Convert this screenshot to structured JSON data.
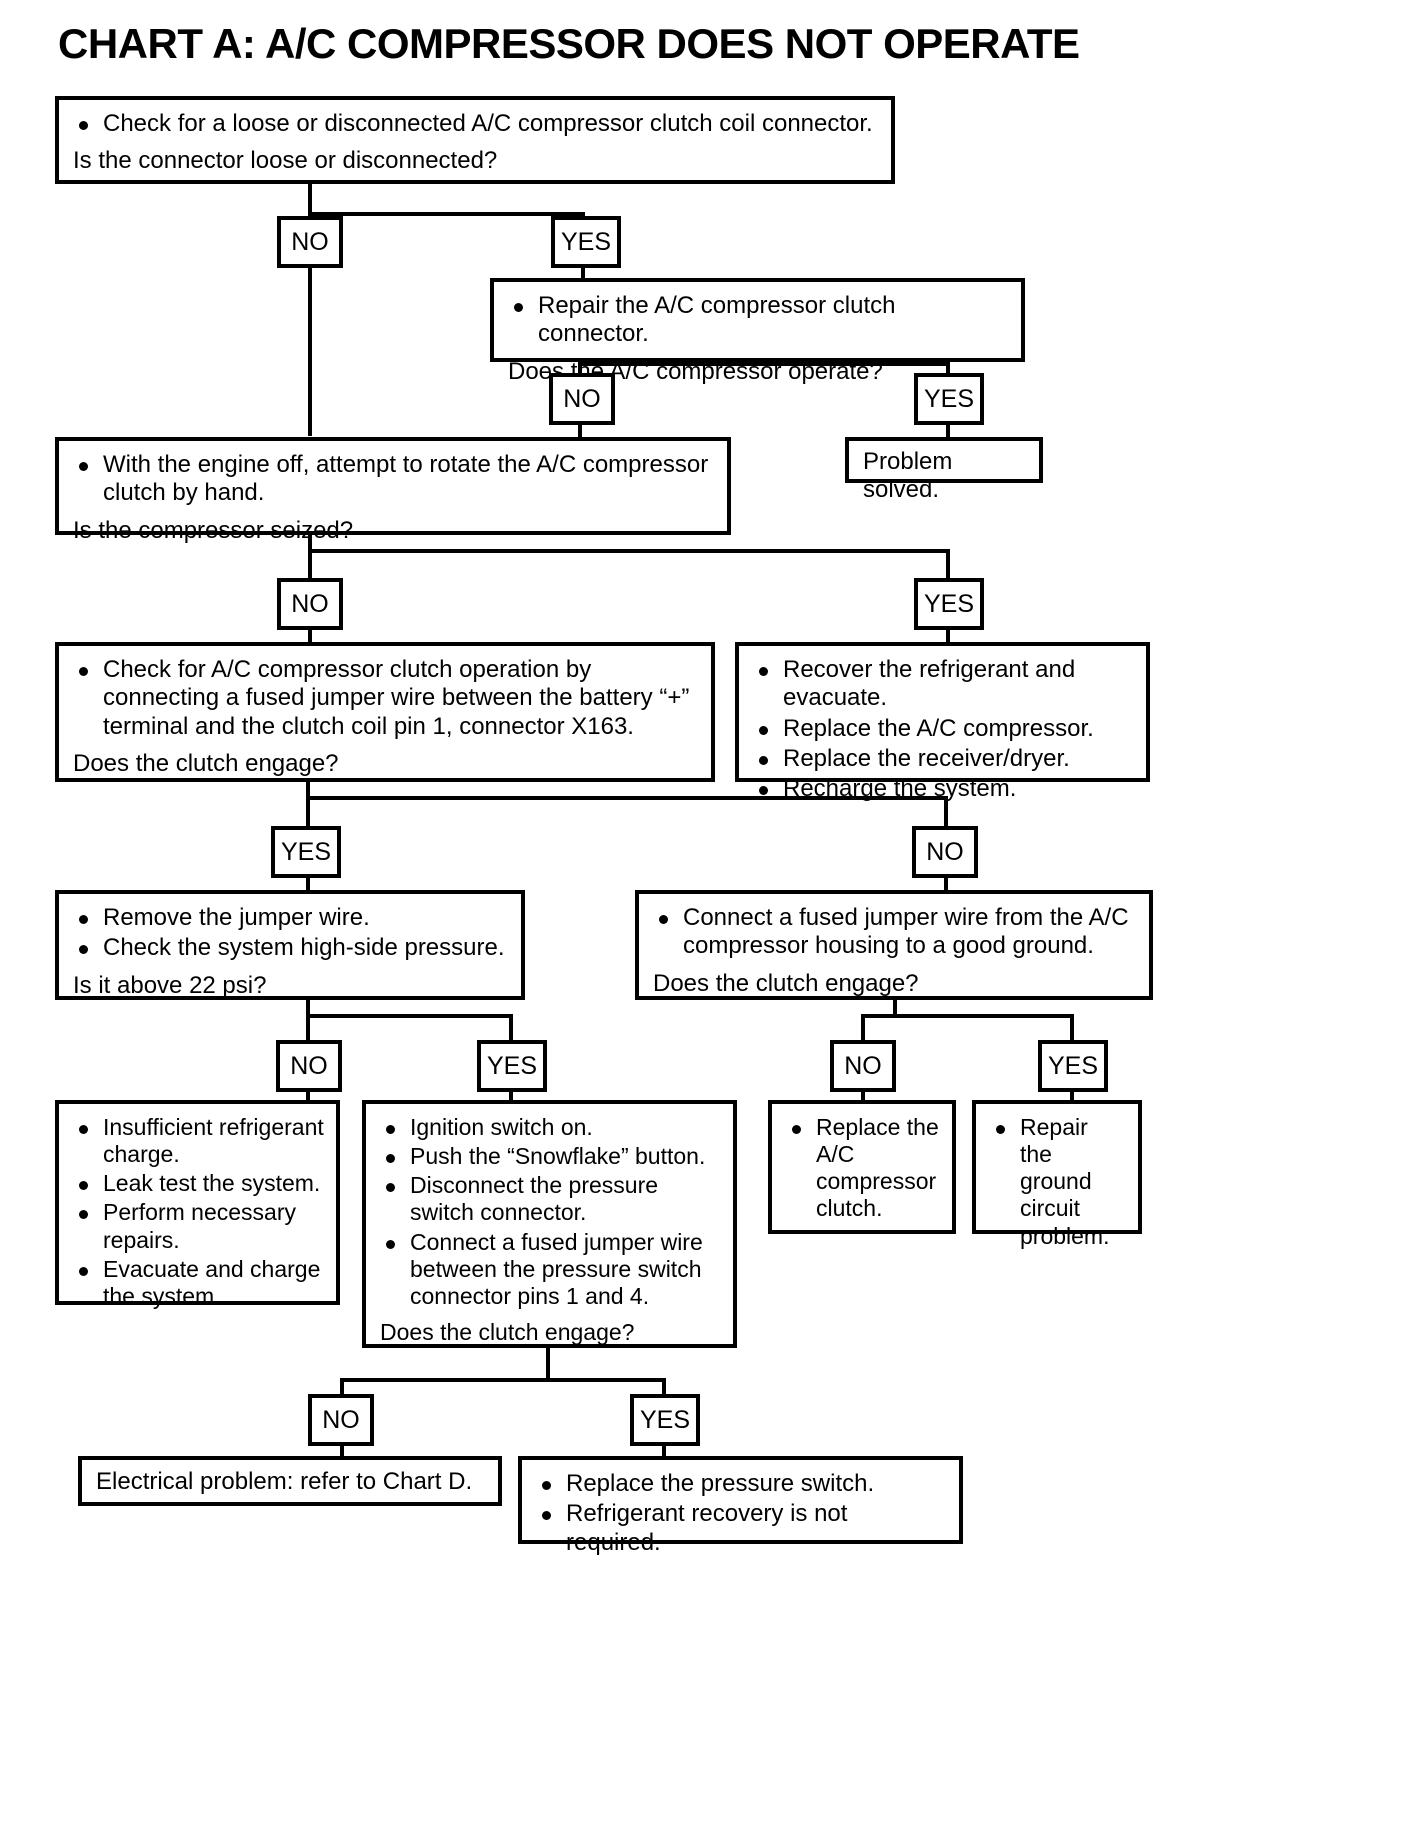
{
  "title": "CHART A: A/C COMPRESSOR DOES NOT OPERATE",
  "labels": {
    "yes": "YES",
    "no": "NO"
  },
  "nodes": {
    "n1": {
      "bullets": [
        "Check for a loose or disconnected A/C compressor clutch coil connector."
      ],
      "question": "Is the connector loose or disconnected?"
    },
    "n2": {
      "bullets": [
        "Repair the A/C compressor clutch connector."
      ],
      "question": "Does the A/C compressor operate?"
    },
    "n3": {
      "text": "Problem solved."
    },
    "n4": {
      "bullets": [
        "With the engine off, attempt to rotate the A/C compressor clutch by hand."
      ],
      "question": "Is the compressor seized?"
    },
    "n5": {
      "bullets": [
        "Check for A/C compressor clutch operation by connecting a fused jumper wire between the battery “+” terminal and the clutch coil pin 1, connector X163."
      ],
      "question": "Does the clutch engage?"
    },
    "n6": {
      "bullets": [
        "Recover the refrigerant and evacuate.",
        "Replace the A/C compressor.",
        "Replace the receiver/dryer.",
        "Recharge the system."
      ]
    },
    "n7": {
      "bullets": [
        "Remove the jumper wire.",
        "Check the system high-side pressure."
      ],
      "question": "Is it above 22 psi?"
    },
    "n8": {
      "bullets": [
        "Connect a fused jumper wire from the A/C compressor housing to a good ground."
      ],
      "question": "Does the clutch engage?"
    },
    "n9": {
      "bullets": [
        "Insufficient refrigerant charge.",
        "Leak test the system.",
        "Perform necessary repairs.",
        "Evacuate and charge the system."
      ]
    },
    "n10": {
      "bullets": [
        "Ignition switch on.",
        "Push the “Snowflake” button.",
        "Disconnect the pressure switch connector.",
        "Connect a fused jumper wire between the pressure switch connector pins 1 and 4."
      ],
      "question": "Does the clutch engage?"
    },
    "n11": {
      "bullets": [
        "Replace the A/C compressor clutch."
      ]
    },
    "n12": {
      "bullets": [
        "Repair the ground circuit problem."
      ]
    },
    "n13": {
      "text": "Electrical problem: refer to Chart D."
    },
    "n14": {
      "bullets": [
        "Replace the pressure switch.",
        "Refrigerant recovery is not required."
      ]
    }
  },
  "chart_data": {
    "type": "flowchart",
    "title": "CHART A: A/C COMPRESSOR DOES NOT OPERATE",
    "edges": [
      {
        "from": "n1",
        "label": "NO",
        "to": "n4"
      },
      {
        "from": "n1",
        "label": "YES",
        "to": "n2"
      },
      {
        "from": "n2",
        "label": "NO",
        "to": "n4"
      },
      {
        "from": "n2",
        "label": "YES",
        "to": "n3"
      },
      {
        "from": "n4",
        "label": "NO",
        "to": "n5"
      },
      {
        "from": "n4",
        "label": "YES",
        "to": "n6"
      },
      {
        "from": "n5",
        "label": "YES",
        "to": "n7"
      },
      {
        "from": "n5",
        "label": "NO",
        "to": "n8"
      },
      {
        "from": "n7",
        "label": "NO",
        "to": "n9"
      },
      {
        "from": "n7",
        "label": "YES",
        "to": "n10"
      },
      {
        "from": "n8",
        "label": "NO",
        "to": "n11"
      },
      {
        "from": "n8",
        "label": "YES",
        "to": "n12"
      },
      {
        "from": "n10",
        "label": "NO",
        "to": "n13"
      },
      {
        "from": "n10",
        "label": "YES",
        "to": "n14"
      }
    ]
  }
}
